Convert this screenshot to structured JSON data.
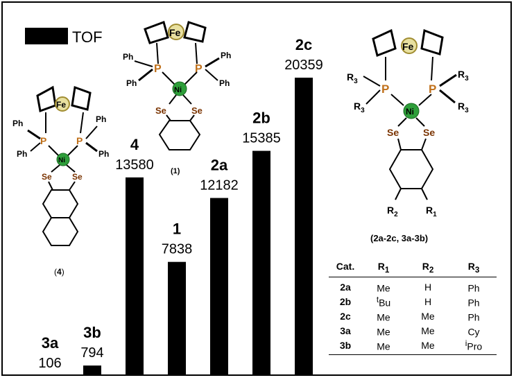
{
  "chart_data": {
    "type": "bar",
    "legend": {
      "label": "TOF",
      "position": "top-left"
    },
    "categories": [
      "3a",
      "3b",
      "4",
      "1",
      "2a",
      "2b",
      "2c"
    ],
    "values": [
      106,
      794,
      13580,
      7838,
      12182,
      15385,
      20359
    ],
    "value_labels": [
      "106",
      "794",
      "13580",
      "7838",
      "12182",
      "15385",
      "20359"
    ],
    "ylim": [
      0,
      22000
    ],
    "bar_color": "#000000",
    "grid": false
  },
  "structures": {
    "s1": {
      "caption": "(1)",
      "ph": "Ph",
      "p": "P",
      "ni": "Ni",
      "se": "Se",
      "fe": "Fe"
    },
    "s4": {
      "caption_open": "(",
      "caption_bold": "4",
      "caption_close": ")",
      "ph": "Ph",
      "p": "P",
      "ni": "Ni",
      "se": "Se",
      "fe": "Fe"
    },
    "s2": {
      "caption": "(2a-2c, 3a-3b)",
      "r1": "R",
      "r2": "R",
      "r3": "R",
      "sub1": "1",
      "sub2": "2",
      "sub3": "3",
      "p": "P",
      "ni": "Ni",
      "se": "Se",
      "fe": "Fe"
    }
  },
  "table": {
    "headers": {
      "cat": "Cat.",
      "r1": "R",
      "r1_sub": "1",
      "r2": "R",
      "r2_sub": "2",
      "r3": "R",
      "r3_sub": "3"
    },
    "rows": [
      {
        "cat": "2a",
        "r1_sup": "",
        "r1": "Me",
        "r2": "H",
        "r3_sup": "",
        "r3": "Ph"
      },
      {
        "cat": "2b",
        "r1_sup": "t",
        "r1": "Bu",
        "r2": "H",
        "r3_sup": "",
        "r3": "Ph"
      },
      {
        "cat": "2c",
        "r1_sup": "",
        "r1": "Me",
        "r2": "Me",
        "r3_sup": "",
        "r3": "Ph"
      },
      {
        "cat": "3a",
        "r1_sup": "",
        "r1": "Me",
        "r2": "Me",
        "r3_sup": "",
        "r3": "Cy"
      },
      {
        "cat": "3b",
        "r1_sup": "",
        "r1": "Me",
        "r2": "Me",
        "r3_sup": "i",
        "r3": "Pro"
      }
    ]
  },
  "colors": {
    "p": "#c0701a",
    "se": "#7a3300",
    "ni": "#2e9e3a",
    "fe_ring": "#a08c30"
  }
}
